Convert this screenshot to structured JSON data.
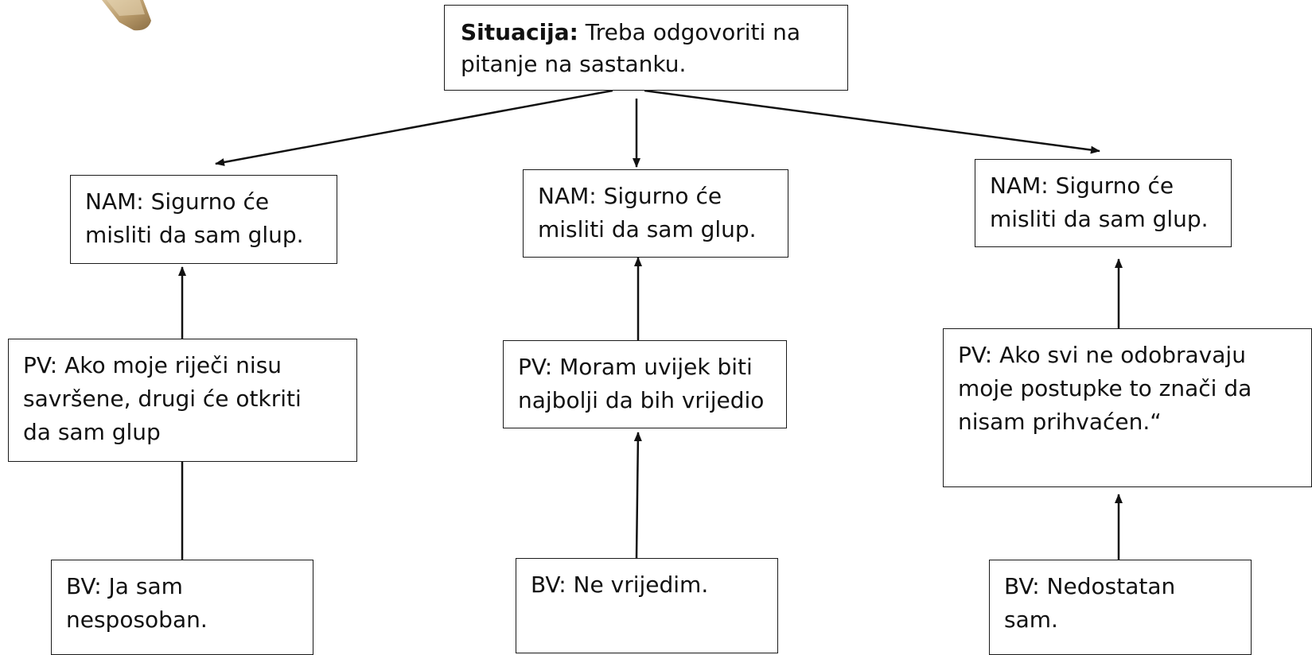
{
  "situation": {
    "label": "Situacija:",
    "text": " Treba odgovoriti na pitanje na sastanku."
  },
  "columns": [
    {
      "nam": "NAM: Sigurno će\nmisliti da sam glup.",
      "pv": "PV: Ako moje riječi nisu\nsavršene, drugi će otkriti\nda sam glup",
      "bv": "BV: Ja sam\nnesposoban."
    },
    {
      "nam": "NAM: Sigurno će\nmisliti da sam glup.",
      "pv": "PV: Moram uvijek biti\nnajbolji da bih vrijedio",
      "bv": "BV: Ne vrijedim."
    },
    {
      "nam": "NAM: Sigurno će\nmisliti da sam glup.",
      "pv": "PV: Ako svi ne odobravaju\nmoje postupke to znači da\nnisam prihvaćen.“",
      "bv": "BV: Nedostatan\nsam."
    }
  ],
  "colors": {
    "line": "#111111",
    "border": "#1a1a1a",
    "text": "#111111",
    "decor": "#b89a6a"
  },
  "decor": {
    "icon": "pencil-icon"
  }
}
